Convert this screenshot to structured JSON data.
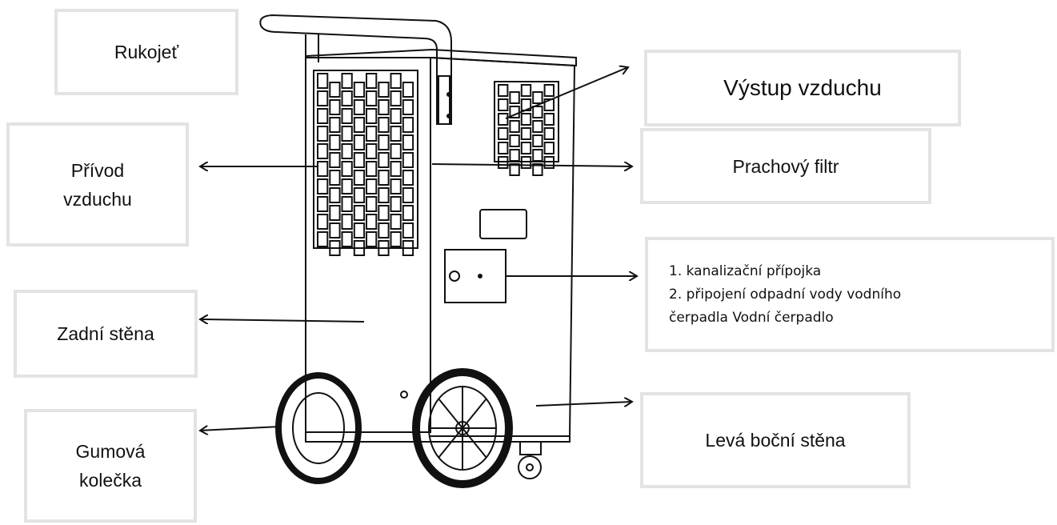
{
  "labels": {
    "handle": "Rukojeť",
    "air_outlet": "Výstup vzduchu",
    "air_inlet_line1": "Přívod",
    "air_inlet_line2": "vzduchu",
    "dust_filter": "Prachový filtr",
    "drain_item1": "1. kanalizační přípojka",
    "drain_item2": "2. připojení odpadní vody vodního",
    "drain_item3": "čerpadla Vodní čerpadlo",
    "back_wall": "Zadní stěna",
    "rubber_wheels_line1": "Gumová",
    "rubber_wheels_line2": "kolečka",
    "left_side_wall": "Levá boční stěna"
  }
}
